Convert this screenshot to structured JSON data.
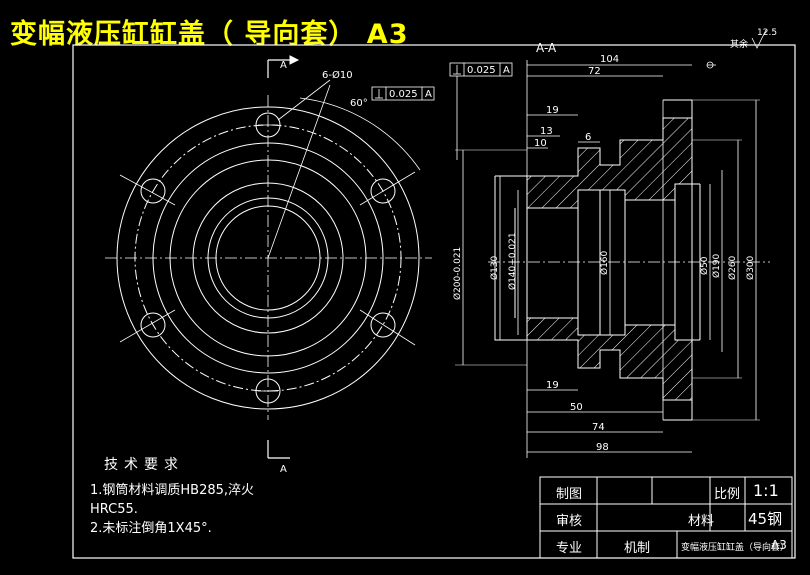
{
  "title": "变幅液压缸缸盖（ 导向套） A3",
  "section_label": "A-A",
  "cut_label": "A",
  "holes_label": "6-Ø10",
  "angle_label": "60°",
  "perp_tol_1": "0.025",
  "perp_tol_2": "0.025",
  "datum": "A",
  "roughness_label": "其余",
  "roughness_value": "12.5",
  "dims": {
    "d104": "104",
    "d72": "72",
    "d19a": "19",
    "d13": "13",
    "d6": "6",
    "d10": "10",
    "d19b": "19",
    "d50": "50",
    "d74": "74",
    "d98": "98"
  },
  "vdims": {
    "phi200": "Ø200-0.021",
    "phi130": "Ø130",
    "phi140": "Ø140+0.021",
    "phi160": "Ø160",
    "phi50": "Ø50",
    "phi190": "Ø190",
    "phi260": "Ø260",
    "phi300": "Ø300"
  },
  "notes": {
    "heading": "技术要求",
    "line1": "1.钢筒材料调质HB285,淬火",
    "line2": "HRC55.",
    "line3": "2.未标注倒角1X45°."
  },
  "titleblock": {
    "drawn": "制图",
    "checked": "审核",
    "major": "专业",
    "major_value": "机制",
    "scale_label": "比例",
    "scale_value": "1:1",
    "material_label": "材料",
    "material_value": "45钢",
    "part_name": "变幅液压缸缸盖（导向套）",
    "sheet": "A3"
  }
}
